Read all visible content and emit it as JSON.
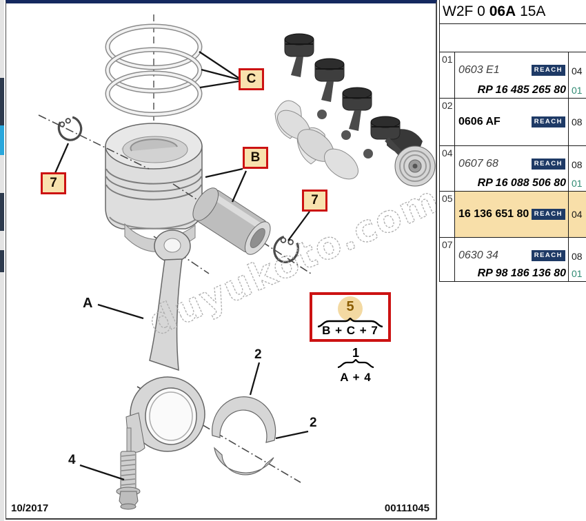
{
  "header": {
    "part1": "W2F 0",
    "part2": "06A",
    "part3": "15A"
  },
  "table": {
    "rows": [
      {
        "num": "01",
        "code": "0603 E1",
        "badge": "REACH",
        "qty1": "04",
        "rp": "RP 16 485 265 80",
        "qty2": "01"
      },
      {
        "num": "02",
        "code": "0606 AF",
        "badge": "REACH",
        "qty1": "08",
        "rp": "",
        "qty2": ""
      },
      {
        "num": "04",
        "code": "0607 68",
        "badge": "REACH",
        "qty1": "08",
        "rp": "RP 16 088 506 80",
        "qty2": "01"
      },
      {
        "num": "05",
        "code": "16 136 651 80",
        "badge": "REACH",
        "qty1": "04",
        "rp": "",
        "qty2": "",
        "highlighted": true
      },
      {
        "num": "07",
        "code": "0630 34",
        "badge": "REACH",
        "qty1": "08",
        "rp": "RP 98 186 136 80",
        "qty2": "01"
      }
    ]
  },
  "callouts": {
    "c": "C",
    "b": "B",
    "seven_left": "7",
    "seven_right": "7",
    "a": "A",
    "two_top": "2",
    "two_bottom": "2",
    "four": "4"
  },
  "formulas": {
    "top": {
      "num": "5",
      "expr": "B + C + 7"
    },
    "bottom": {
      "num": "1",
      "expr": "A + 4"
    }
  },
  "footer": {
    "date": "10/2017",
    "doc_number": "00111045"
  },
  "watermark": "duyukoto.com",
  "colors": {
    "accent_red": "#cc1212",
    "callout_bg": "#f8e2ae",
    "badge_navy": "#1e3a66",
    "highlight_row": "#f8dfa9",
    "qty_secondary_green": "#2f8a72",
    "strip_navy": "#2d3a4d",
    "strip_cyan": "#2aa7dc",
    "top_bar_navy": "#15295f"
  }
}
